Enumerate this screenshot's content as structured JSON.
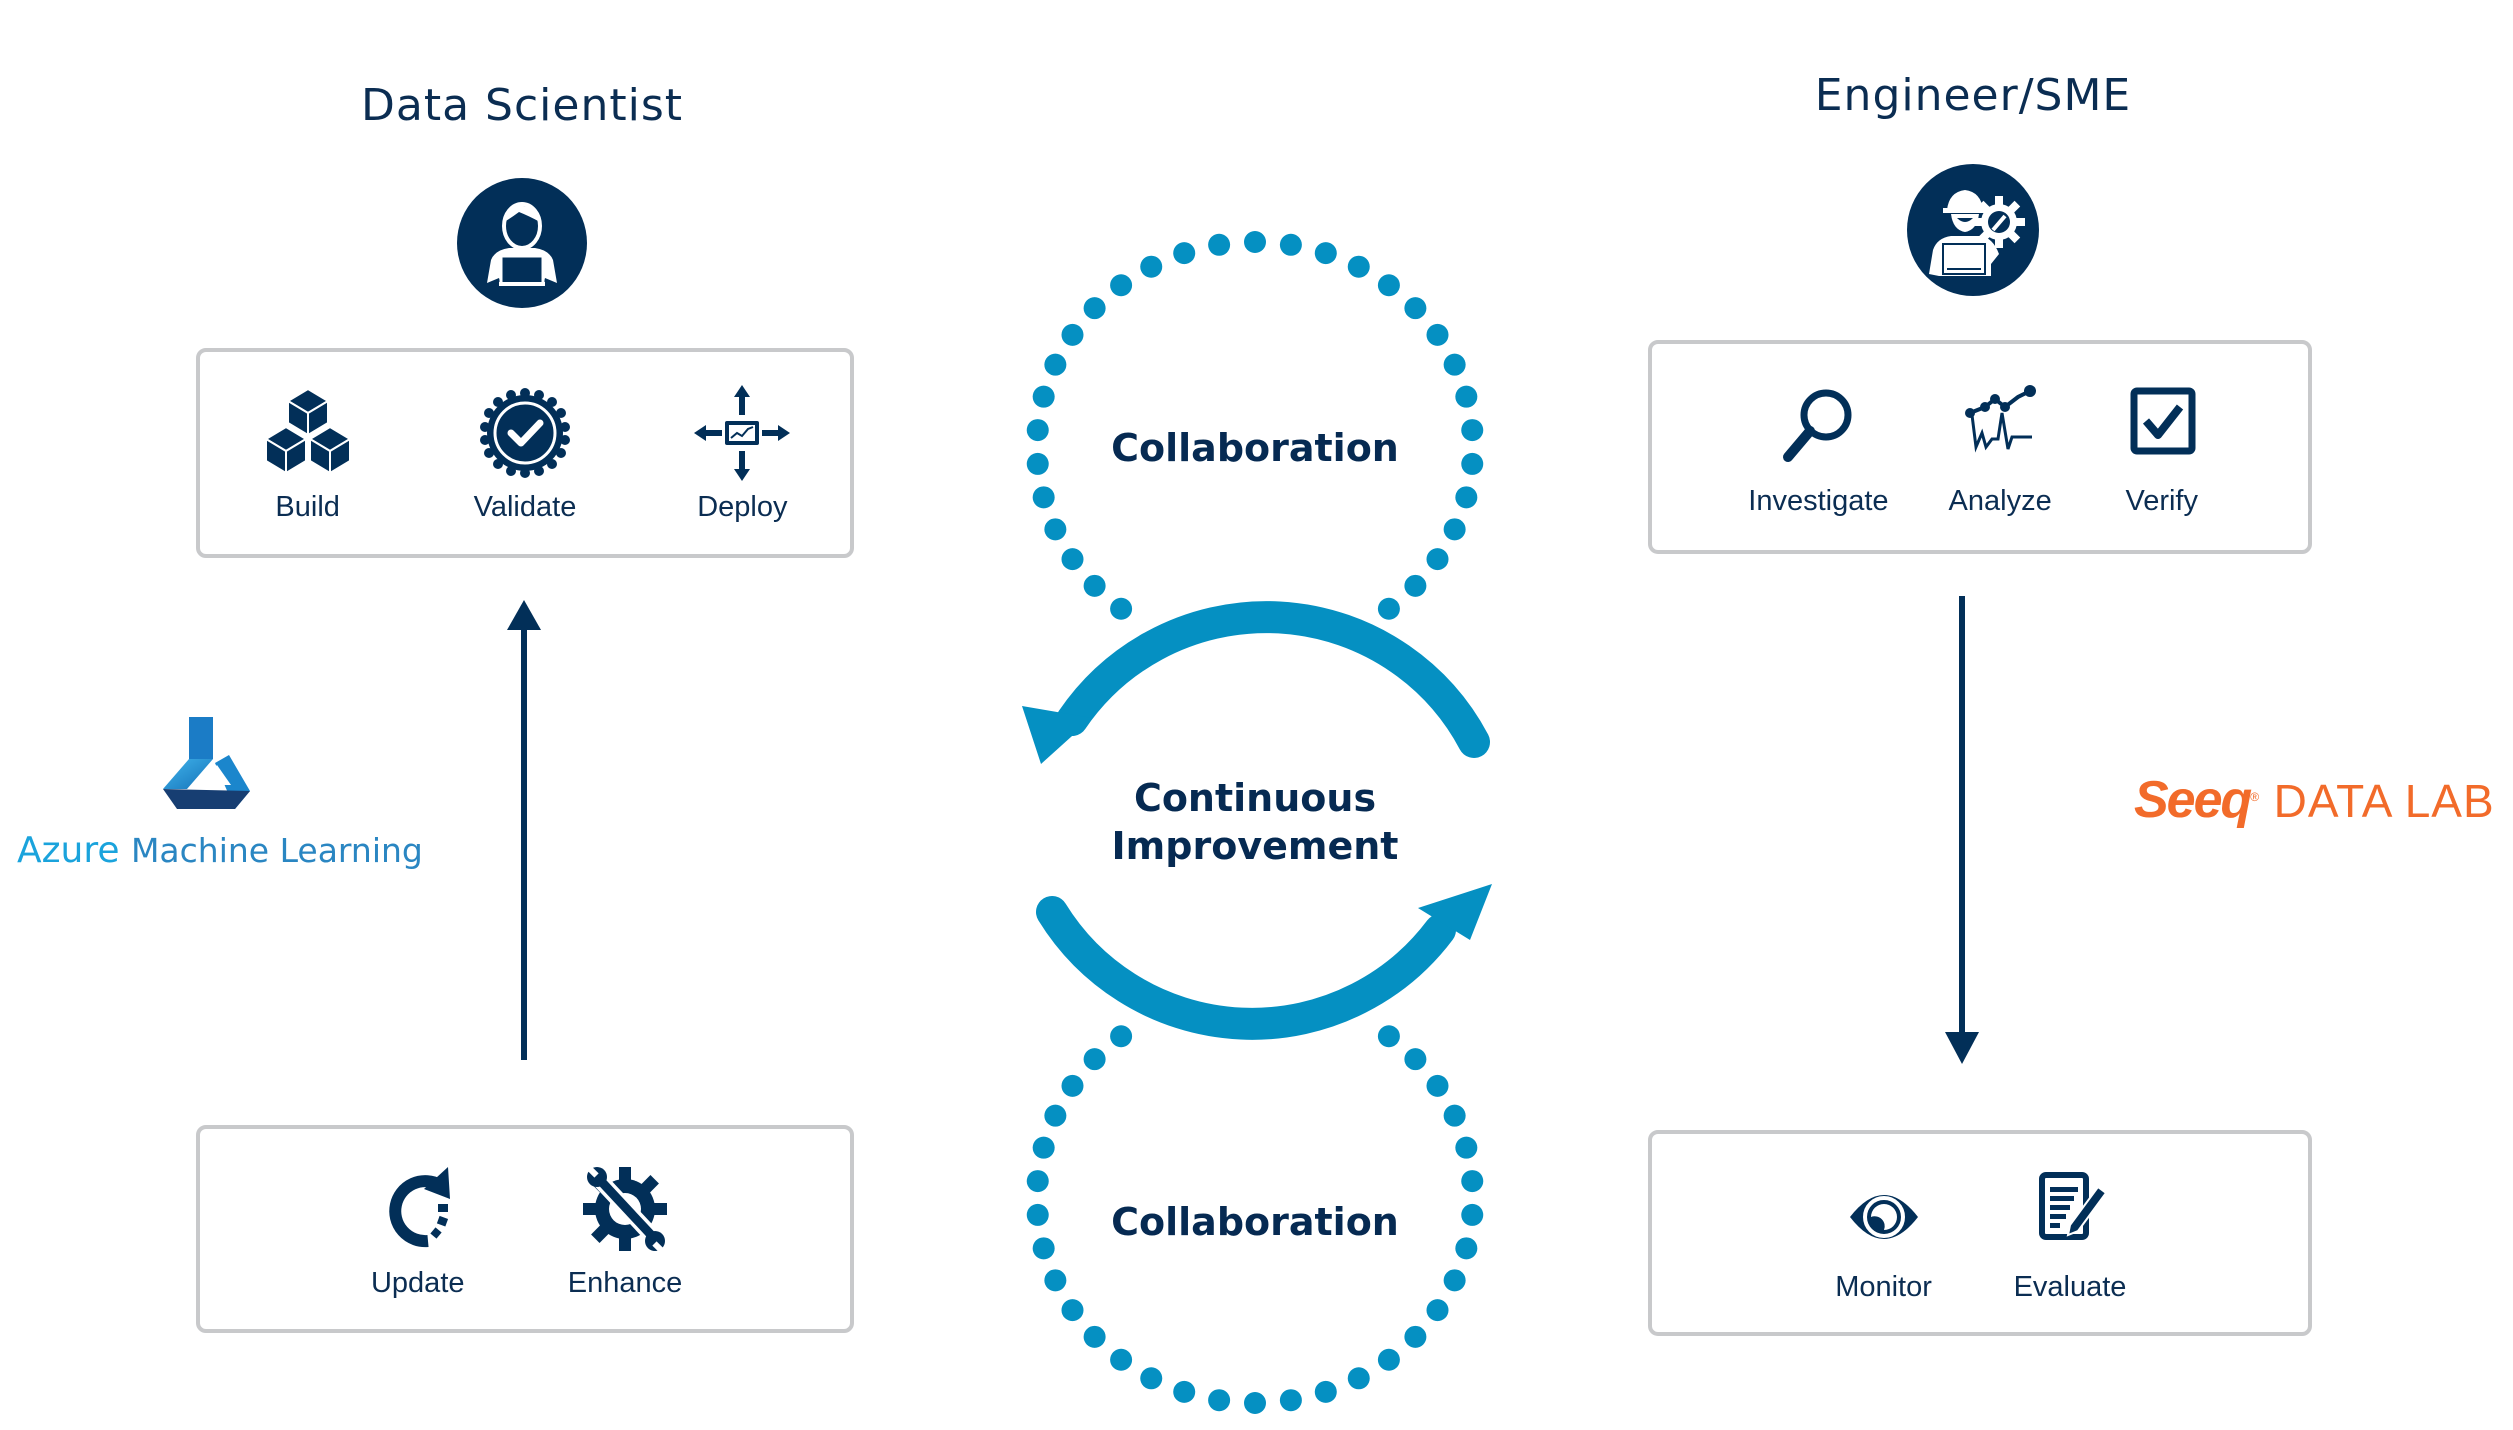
{
  "colors": {
    "navy": "#022f58",
    "cycle_blue": "#0590c2",
    "box_border": "#c8c9cb",
    "seeq_orange": "#f26b2a",
    "azure_blue": "#1f90d0"
  },
  "left_column": {
    "title": "Data Scientist",
    "avatar_icon": "data-scientist-laptop-icon",
    "top_box": {
      "items": [
        {
          "label": "Build",
          "icon": "cubes-icon"
        },
        {
          "label": "Validate",
          "icon": "badge-check-icon"
        },
        {
          "label": "Deploy",
          "icon": "deploy-arrows-icon"
        }
      ]
    },
    "bottom_box": {
      "items": [
        {
          "label": "Update",
          "icon": "refresh-icon"
        },
        {
          "label": "Enhance",
          "icon": "gear-wrench-icon"
        }
      ]
    },
    "flow_direction": "up",
    "tool_logo": {
      "brand_word": "Azure",
      "product_words": "Machine Learning",
      "icon": "azure-ml-flask-icon"
    }
  },
  "right_column": {
    "title": "Engineer/SME",
    "avatar_icon": "engineer-hardhat-gear-icon",
    "top_box": {
      "items": [
        {
          "label": "Investigate",
          "icon": "magnifier-icon"
        },
        {
          "label": "Analyze",
          "icon": "trend-chart-icon"
        },
        {
          "label": "Verify",
          "icon": "checkbox-icon"
        }
      ]
    },
    "bottom_box": {
      "items": [
        {
          "label": "Monitor",
          "icon": "eye-icon"
        },
        {
          "label": "Evaluate",
          "icon": "document-pencil-icon"
        }
      ]
    },
    "flow_direction": "down",
    "tool_logo": {
      "brand_word": "Seeq",
      "registered_mark": "®",
      "product_words": "DATA LAB"
    }
  },
  "center": {
    "top_circle_label": "Collaboration",
    "bottom_circle_label": "Collaboration",
    "cycle_label_line1": "Continuous",
    "cycle_label_line2": "Improvement",
    "cycle_icon": "circular-arrows-icon"
  }
}
